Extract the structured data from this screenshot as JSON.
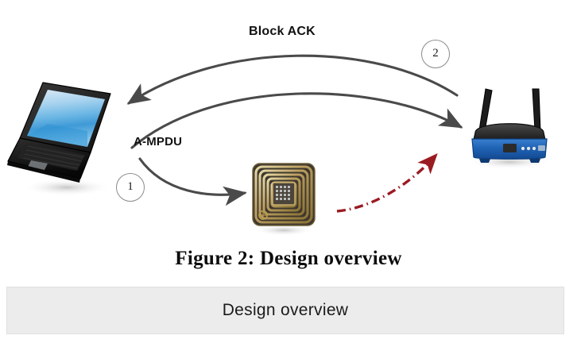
{
  "figure": {
    "caption": "Figure 2: Design overview",
    "background_color": "#ffffff"
  },
  "caption_bar": {
    "text": "Design overview",
    "background_color": "#ececec",
    "border_color": "#e0e0e0"
  },
  "diagram": {
    "flow_labels": {
      "block_ack": "Block ACK",
      "ampdu": "A-MPDU"
    },
    "steps": [
      {
        "number": "1",
        "label": "A-MPDU"
      },
      {
        "number": "2",
        "label": "Block ACK"
      }
    ],
    "nodes": {
      "laptop": "laptop-icon",
      "router": "wireless-router-icon",
      "rfid_tag": "rfid-tag-icon"
    },
    "colors": {
      "arrow_gray": "#4a4a4a",
      "arrow_red": "#9b1b22",
      "circle_outline": "#8b8b8b",
      "label_text": "#111111",
      "laptop_screen": "#4fa8dd",
      "router_body": "#1f63b5",
      "router_top": "#2b2b2b",
      "rfid_coil": "#b79a4e",
      "rfid_chip": "#3b352c"
    }
  }
}
